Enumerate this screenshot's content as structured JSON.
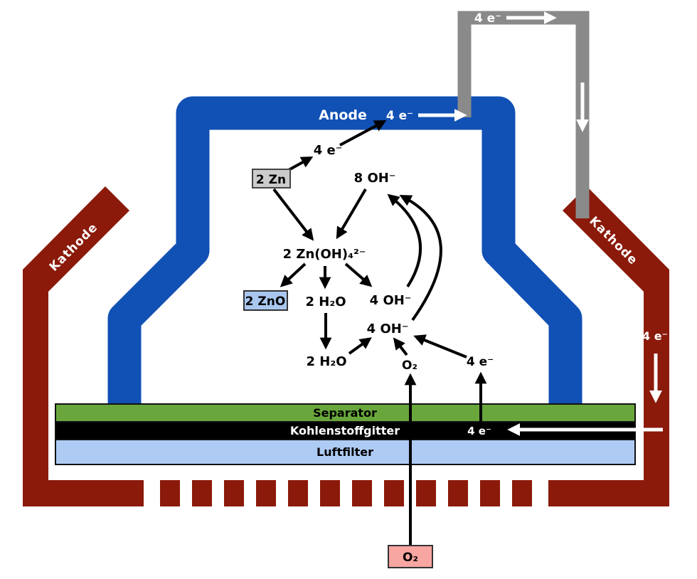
{
  "diagram_title": "Zink-Luft-Batterie (zinc-air battery) reaction diagram",
  "colors": {
    "anode_blue": "#1150b4",
    "kathode_red": "#8b1a0b",
    "wire_gray": "#8a8a8a",
    "separator_green": "#69a73c",
    "carbon_grid_black": "#000000",
    "air_filter_blue": "#aecbf4",
    "zn_box_gray": "#cbcbcb",
    "zno_box_blue": "#a9c6ef",
    "oxygen_box_pink": "#f8a6a2"
  },
  "electrodes": {
    "anode_label": "Anode",
    "kathode_left_label": "Kathode",
    "kathode_right_label": "Kathode"
  },
  "wire": {
    "electron_label": "4 e⁻"
  },
  "anode_bar": {
    "electron_label": "4 e⁻"
  },
  "kathode_bar": {
    "electron_label": "4 e⁻"
  },
  "layers": {
    "separator_label": "Separator",
    "carbon_grid_label": "Kohlenstoffgitter",
    "air_filter_label": "Luftfilter",
    "grid_electron_label": "4 e⁻"
  },
  "reactions": {
    "zn_box": "2 Zn",
    "electrons_from_zn": "4 e⁻",
    "hydroxide_8": "8 OH⁻",
    "zincate": "2 Zn(OH)₄²⁻",
    "zno_box": "2 ZnO",
    "water_upper": "2 H₂O",
    "hydroxide_4_upper": "4 OH⁻",
    "hydroxide_4_lower": "4 OH⁻",
    "water_lower": "2 H₂O",
    "oxygen_small": "O₂",
    "electrons_at_cathode": "4 e⁻",
    "oxygen_box": "O₂"
  }
}
